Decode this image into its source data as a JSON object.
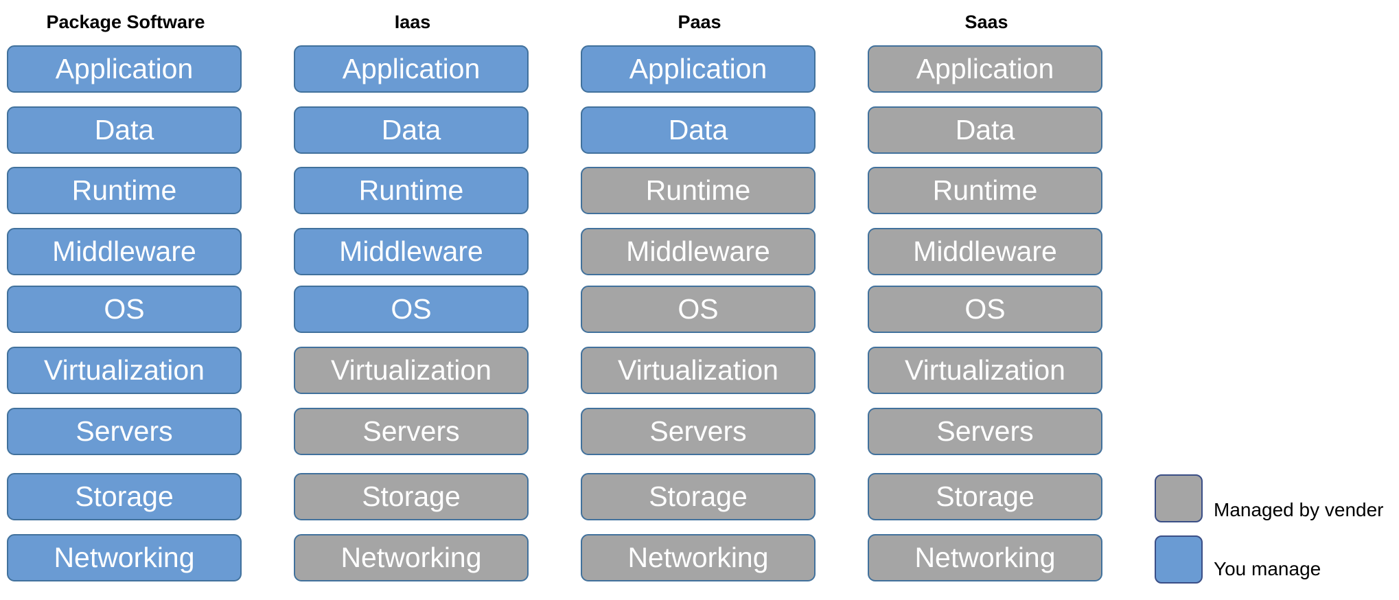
{
  "columns": [
    {
      "title": "Package Software",
      "layers": [
        {
          "label": "Application",
          "managed_by": "you"
        },
        {
          "label": "Data",
          "managed_by": "you"
        },
        {
          "label": "Runtime",
          "managed_by": "you"
        },
        {
          "label": "Middleware",
          "managed_by": "you"
        },
        {
          "label": "OS",
          "managed_by": "you"
        },
        {
          "label": "Virtualization",
          "managed_by": "you"
        },
        {
          "label": "Servers",
          "managed_by": "you"
        },
        {
          "label": "Storage",
          "managed_by": "you"
        },
        {
          "label": "Networking",
          "managed_by": "you"
        }
      ]
    },
    {
      "title": "Iaas",
      "layers": [
        {
          "label": "Application",
          "managed_by": "you"
        },
        {
          "label": "Data",
          "managed_by": "you"
        },
        {
          "label": "Runtime",
          "managed_by": "you"
        },
        {
          "label": "Middleware",
          "managed_by": "you"
        },
        {
          "label": "OS",
          "managed_by": "you"
        },
        {
          "label": "Virtualization",
          "managed_by": "vendor"
        },
        {
          "label": "Servers",
          "managed_by": "vendor"
        },
        {
          "label": "Storage",
          "managed_by": "vendor"
        },
        {
          "label": "Networking",
          "managed_by": "vendor"
        }
      ]
    },
    {
      "title": "Paas",
      "layers": [
        {
          "label": "Application",
          "managed_by": "you"
        },
        {
          "label": "Data",
          "managed_by": "you"
        },
        {
          "label": "Runtime",
          "managed_by": "vendor"
        },
        {
          "label": "Middleware",
          "managed_by": "vendor"
        },
        {
          "label": "OS",
          "managed_by": "vendor"
        },
        {
          "label": "Virtualization",
          "managed_by": "vendor"
        },
        {
          "label": "Servers",
          "managed_by": "vendor"
        },
        {
          "label": "Storage",
          "managed_by": "vendor"
        },
        {
          "label": "Networking",
          "managed_by": "vendor"
        }
      ]
    },
    {
      "title": "Saas",
      "layers": [
        {
          "label": "Application",
          "managed_by": "vendor"
        },
        {
          "label": "Data",
          "managed_by": "vendor"
        },
        {
          "label": "Runtime",
          "managed_by": "vendor"
        },
        {
          "label": "Middleware",
          "managed_by": "vendor"
        },
        {
          "label": "OS",
          "managed_by": "vendor"
        },
        {
          "label": "Virtualization",
          "managed_by": "vendor"
        },
        {
          "label": "Servers",
          "managed_by": "vendor"
        },
        {
          "label": "Storage",
          "managed_by": "vendor"
        },
        {
          "label": "Networking",
          "managed_by": "vendor"
        }
      ]
    }
  ],
  "legend": {
    "vendor_label": "Managed by vender",
    "you_label": "You manage"
  },
  "colors": {
    "you_manage": "#6a9bd3",
    "vendor_managed": "#a5a5a5",
    "border": "#41719c"
  }
}
